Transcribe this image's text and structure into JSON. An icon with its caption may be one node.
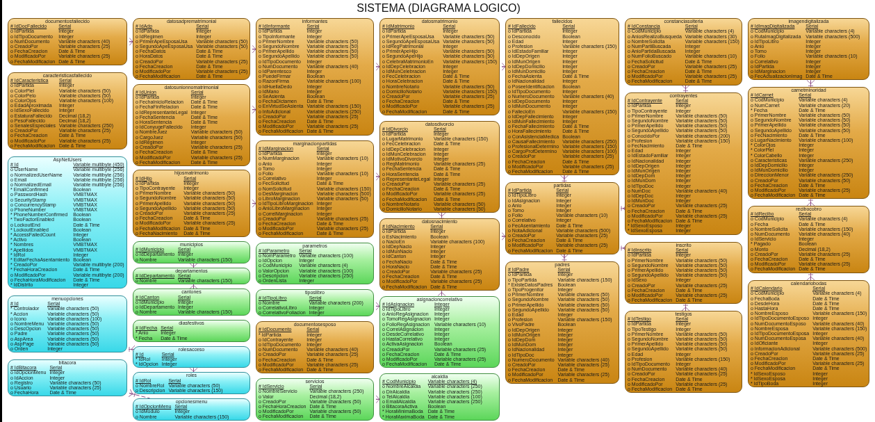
{
  "diagram": {
    "title": "SISTEMA (DIAGRAMA LOGICO)",
    "nodes": [
      {
        "text": [
          "documentosfallecido",
          "# IdDocFallecido",
          "Serial",
          "o IdPartida",
          "Integer",
          "o IdTipoDocumento",
          "Integer",
          "o NumDocumento",
          "Variable characters (40)",
          "o CreadoPor",
          "Variable characters (25)",
          "o FechaCreacion",
          "Date & Time",
          "o ModificadoPor",
          "Variable characters (25)",
          "o FechaModificacion",
          "Date & Time"
        ]
      },
      {
        "text": [
          "caracteristicasfallecido",
          "# IdCaracteristica",
          "Serial",
          "o IdPartida",
          "Integer",
          "o ColorPiel",
          "Variable characters (50)",
          "o ColorPelo",
          "Variable characters (50)",
          "o ColorOjos",
          "Variable characters (100)",
          "o EdadAproximada",
          "Integer",
          "o IdSexoFallecido",
          "Integer",
          "o EstaturaFallecido",
          "Decimal (18,2)",
          "o PesoFallecido",
          "Decimal (18,2)",
          "o SenalesEspeciales",
          "Variable characters (250)",
          "o CreadoPor",
          "Variable characters (25)",
          "o FechaCreacion",
          "Date & Time",
          "o ModificadoPor",
          "Variable characters (25)",
          "o FechaModificacion",
          "Date & Time"
        ]
      },
      {
        "text": [
          "AspNetUsers",
          "# Id",
          "Variable multibyte (450)",
          "o UserName",
          "Variable multibyte (256)",
          "o NormalizedUserName",
          "Variable multibyte (256)",
          "o Email",
          "Variable multibyte (256)",
          "o NormalizedEmail",
          "Variable multibyte (256)",
          "* EmailConfirmed",
          "Boolean",
          "o PasswordHash",
          "VMBTMAX",
          "o SecurityStamp",
          "VMBTMAX",
          "o ConcurrencyStamp",
          "VMBTMAX",
          "o PhoneNumber",
          "VMBTMAX",
          "* PhoneNumberConfirmed",
          "Boolean",
          "* TwoFactorEnabled",
          "Boolean",
          "o LockoutEnd",
          "Date & Time",
          "* LockoutEnabled",
          "Boolean",
          "* AccessFailedCount",
          "Integer",
          "* Activo",
          "Boolean",
          "* Nombres",
          "VMBTMAX",
          "* Apellidos",
          "VMBTMAX",
          "* IdRol",
          "Integer",
          "* EditarFechaAsentamiento",
          "Boolean",
          "* CreadoPor",
          "Variable multibyte (200)",
          "* FechaHoraCreacion",
          "Date & Time",
          "o ModificadoPor",
          "Variable multibyte (200)",
          "o FechaHoraModificacion",
          "Date & Time",
          "* IdDistrito",
          "Integer"
        ]
      },
      {
        "text": [
          "datosadprematrimonial",
          "# IdAdp",
          "Serial",
          "o IdPartida",
          "Integer",
          "o IdRegimen",
          "Integer",
          "o PrimerApeEsposaUsa",
          "Variable characters (50)",
          "o SegundoApeEsposaUsa",
          "Variable characters (50)",
          "o FechaDatos",
          "Date & Time",
          "o HoraDatos",
          "Date & Time",
          "o CreadoPor",
          "Variable characters (25)",
          "o FechaCreacion",
          "Date & Time",
          "o ModificadoPor",
          "Variable characters (25)",
          "o FechaModificacion",
          "Date & Time"
        ]
      },
      {
        "text": [
          "datosunionnomatrimonial",
          "# IdUnion",
          "Serial",
          "o IdPartida",
          "Integer",
          "o FechaInicioRelacion",
          "Date & Time",
          "o FechaFinRelacion",
          "Date & Time",
          "o IdRepresentanteLegal",
          "Integer",
          "o FechaSentencia",
          "Date & Time",
          "o HoraSentencia",
          "Date & Time",
          "o IdConyugeFallecido",
          "Integer",
          "o NombreJuez",
          "Variable characters (50)",
          "o CargoJuez",
          "Variable characters (50)",
          "o IdRegimen",
          "Integer",
          "o CreadoPor",
          "Variable characters (25)",
          "o FechaCreacion",
          "Date & Time",
          "o ModificadoPor",
          "Variable characters (25)",
          "o FechaModificacion",
          "Date & Time"
        ]
      },
      {
        "text": [
          "informantes",
          "# IdInformante",
          "Serial",
          "o IdPartida",
          "Integer",
          "o TipoInformante",
          "Integer",
          "o PrimerNombre",
          "Variable characters (50)",
          "o SegundoNombre",
          "Variable characters (50)",
          "o PrimerApellido",
          "Variable characters (50)",
          "o SegundoApellido",
          "Variable characters (50)",
          "o IdTipoDocumento",
          "Integer",
          "o NumDocumento",
          "Variable characters (40)",
          "o IdParentesco",
          "Integer",
          "o PuedeFirmar",
          "Boolean",
          "o RazonFirma",
          "Variable characters (100)",
          "o IdHuellaDedo",
          "Integer",
          "o IdMano",
          "Integer",
          "o SeAsienta",
          "Boolean",
          "o FechaDictamen",
          "Date & Time",
          "o EnVirtudSeAsienta",
          "Variable characters (150)",
          "o InfoAdicional",
          "Variable characters (250)",
          "o CreadoPor",
          "Variable characters (25)",
          "o FechaCreacion",
          "Date & Time",
          "o ModificadoPor",
          "Variable characters (25)",
          "o FechaModificacion",
          "Date & Time"
        ]
      },
      {
        "text": [
          "datosmatrimonio",
          "# IdMatrimonio",
          "Serial",
          "o IdPartida",
          "Integer",
          "o PrimerApeEsposaUsa",
          "Variable characters (50)",
          "o SegundoApeEsposaUsa",
          "Variable characters (50)",
          "o IdRegPatrimonial",
          "Integer",
          "o PrimerApeHijo",
          "Variable characters (50)",
          "o SegundoApeHijo",
          "Variable characters (50)",
          "o CelebraMatrimonioEn",
          "Variable characters (150)",
          "o IdDepCelebracion",
          "Integer",
          "o IdMunCelebracion",
          "Integer",
          "o FecCelebracion",
          "Date & Time",
          "o HoraCelebracion",
          "Date & Time",
          "o NombreNotario",
          "Variable characters (50)",
          "o DomicilioNotario",
          "Variable characters (150)",
          "o CreadoPor",
          "Variable characters (25)",
          "o FechaCreacion",
          "Date & Time",
          "o ModificadoPor",
          "Variable characters (25)",
          "o FechaModificacion",
          "Date & Time"
        ]
      },
      {
        "text": [
          "documentosesposo",
          "# IdDocumento",
          "Serial",
          "* IdPartida",
          "Integer",
          "o IdContrayente",
          "Integer",
          "o IdTipoDocumento",
          "Integer",
          "o NumDocumento",
          "Variable characters (40)",
          "o CreadoPor",
          "Variable characters (25)",
          "o FechaCreacion",
          "Date & Time",
          "o ModificadoPor",
          "Variable characters (25)",
          "o FechaModificacion",
          "Date & Time"
        ]
      },
      {
        "text": [
          "fallecidos",
          "# IdFallecido",
          "Serial",
          "o IdPartida",
          "Integer",
          "o Desconocido",
          "Boolean",
          "o Edad",
          "Integer",
          "o Profesion",
          "Variable characters (150)",
          "o IdEstadoFamiliar",
          "Integer",
          "o IdDepOrigen",
          "Integer",
          "o IdMunOrigen",
          "Integer",
          "o IdDepDomicilio",
          "Integer",
          "o IdMunDomicilio",
          "Integer",
          "o FechaAsienta",
          "Date & Time",
          "o IdNacionalidad",
          "Integer",
          "o PoseeIdentificacion",
          "Boolean",
          "o IdTipoDocumento",
          "Integer",
          "o NumeroDocumento",
          "Variable characters (40)",
          "o IdDepDocumento",
          "Integer",
          "o IdMunDocumento",
          "Integer",
          "o FallecioEn",
          "Variable characters (150)",
          "o IdDepFallecimiento",
          "Integer",
          "o IdMunFallecimiento",
          "Integer",
          "o FechaFallecimiento",
          "Date & Time",
          "o HoraFallecimiento",
          "Date & Time",
          "o ConAsistenciaMedica",
          "Boolean",
          "o CausaFallecimiento",
          "Variable characters (250)",
          "o ProfesionalDetermino",
          "Variable characters (150)",
          "o CargoProfDetermino",
          "Variable characters (100)",
          "o CreadoPor",
          "Variable characters (25)",
          "o FechaCreacion",
          "Date & Time",
          "o ModificadoPor",
          "Variable characters (25)",
          "o FechaModificacion",
          "Date & Time"
        ]
      },
      {
        "text": [
          "constanciasolteria",
          "# IdConstancia",
          "Serial",
          "o CodMunicipio",
          "Variable characters (4)",
          "o AniosRealizoBusqueda",
          "Variable characters (30)",
          "o NombreSolicita",
          "Variable characters (150)",
          "o NumPartiBuscada",
          "Integer",
          "o AnioPartidaBuscada",
          "Integer",
          "o NumFolioBuscado",
          "Variable characters (10)",
          "o FechaSolicitud",
          "Date & Time",
          "o CreadoPor",
          "Variable characters (25)",
          "o FechaCreacion",
          "Date & Time",
          "o ModificadoPor",
          "Variable characters (25)",
          "o FechaModificacion",
          "Date & Time"
        ]
      },
      {
        "text": [
          "imagendigitalizada",
          "# IdImagDigitalizada",
          "Serial",
          "o CodMunicipio",
          "Variable characters (4)",
          "o RutaImagDigitalizada",
          "Variable characters (500)",
          "o IdTipoLibro",
          "Integer",
          "o Anio",
          "Integer",
          "o Tomo",
          "Integer",
          "o Folio",
          "Variable characters (10)",
          "o Correlativo",
          "Integer",
          "o IdPartida",
          "Integer",
          "o IdMarginacion",
          "Integer",
          "o FecActualizacionImag",
          "Date & Time"
        ]
      },
      {
        "text": [
          "contrayentes",
          "# IdContrayente",
          "Serial",
          "o IdPartida",
          "Integer",
          "o TipoContrayente",
          "Integer",
          "o PrimerNombre",
          "Variable characters (50)",
          "o SegundoNombre",
          "Variable characters (50)",
          "o PrimerApellido",
          "Variable characters (50)",
          "o SegundoApellido",
          "Variable characters (50)",
          "o ConocidoPor",
          "Variable characters (200)",
          "o Profesion",
          "Variable characters (150)",
          "o FecNacimiento",
          "Date & Time",
          "o Edad",
          "Integer",
          "o IdEstadoFamiliar",
          "Integer",
          "o IdNacionalidad",
          "Integer",
          "o IdDepOrigen",
          "Integer",
          "o IdMunOrigen",
          "Integer",
          "o IdDepDom",
          "Integer",
          "o IdMunDom",
          "Integer",
          "o IdTipoDoc",
          "Integer",
          "o NumDoc",
          "Variable characters (40)",
          "o IdDepDoc",
          "Integer",
          "o IdMunDoc",
          "Integer",
          "o CreadoPor",
          "Variable characters (25)",
          "o FechaCreacion",
          "Date & Time",
          "o ModificadoPor",
          "Variable characters (25)",
          "o FechaModificacion",
          "Date & Time",
          "* IdSexoEsposo",
          "Integer",
          "* IdSexoEsposa",
          "Integer"
        ]
      },
      {
        "text": [
          "carnetminoridad",
          "# IdCarnet",
          "Serial",
          "o CodMunicipio",
          "Variable characters (4)",
          "o NumCarnet",
          "Variable characters (20)",
          "* Fecha",
          "Date & Time",
          "o PrimerNombre",
          "Variable characters (50)",
          "o SegundoNombre",
          "Variable characters (50)",
          "o PrimerApellido",
          "Variable characters (50)",
          "o SegundoApellido",
          "Variable characters (50)",
          "o FecNacimiento",
          "Date & Time",
          "o LugarNacimiento",
          "Variable characters (100)",
          "* ColorOjos",
          "Integer",
          "* ColorPiel",
          "Integer",
          "* ColorCabello",
          "Integer",
          "o Caracteristicas",
          "Variable characters (250)",
          "o IdDepDomicilio",
          "Integer",
          "o IdMunDomicilio",
          "Integer",
          "o DireccionMenor",
          "Variable characters (250)",
          "o CreadoPor",
          "Variable characters (50)",
          "o FechaCreacion",
          "Date & Time",
          "o ModificadoPor",
          "Variable characters (25)",
          "o FechaModificacion",
          "Date & Time"
        ]
      },
      {
        "text": [
          "hijosmatrimonio",
          "# IdHijo",
          "Serial",
          "o IdPartida",
          "Integer",
          "o TipoContrayente",
          "Integer",
          "o PrimerNombre",
          "Variable characters (50)",
          "o SegundoNombre",
          "Variable characters (50)",
          "o PrimerApellido",
          "Variable characters (50)",
          "o SegundoApellido",
          "Variable characters (50)",
          "o CreadoPor",
          "Variable characters (25)",
          "o FechaCreacion",
          "Date & Time",
          "o ModificadoPor",
          "Variable characters (25)",
          "o FechaModificacion",
          "Date & Time",
          "o FechaNacimiento",
          "Date & Time"
        ]
      },
      {
        "text": [
          "marginacionpartidas",
          "# IdMarginacion",
          "Serial",
          "o IdPartida",
          "Integer",
          "o NumMarginacion",
          "Variable characters (10)",
          "o Anio",
          "Integer",
          "o Tomo",
          "Integer",
          "o Folio",
          "Variable characters (10)",
          "o Correlativo",
          "Integer",
          "o FecSolicitud",
          "Date & Time",
          "o NomSolicitud",
          "Variable characters (150)",
          "o DesMarginacion",
          "Variable characters (500)",
          "o LibroMarginacion",
          "Variable characters (50)",
          "o IdTipoLibroMarginacion",
          "Integer",
          "o AnioLibroMarginacion",
          "Integer",
          "o CorrelMarginacion",
          "Integer",
          "o CreadoPor",
          "Variable characters (25)",
          "o FechaCreacion",
          "Date & Time",
          "o ModificadoPor",
          "Variable characters (25)",
          "o FechaModificacion",
          "Date & Time"
        ]
      },
      {
        "text": [
          "datosdivorcio",
          "# IdDivorcio",
          "Serial",
          "o IdPartida",
          "Integer",
          "o LugarMatrimonio",
          "Variable characters (150)",
          "o FecCelebracion",
          "Date & Time",
          "o IdDepCelebracion",
          "Integer",
          "o IdMunCelebracion",
          "Integer",
          "o IdMotivoDivorcio",
          "Integer",
          "o RegMatrimonio",
          "Variable characters (25)",
          "o FechaSentencia",
          "Date & Time",
          "o HoraSentencia",
          "Date & Time",
          "o RepresentanteLegal",
          "Integer",
          "o CreadoPor",
          "Variable characters (25)",
          "o FechaCreacion",
          "Date & Time",
          "o ModificadoPor",
          "Variable characters (25)",
          "o FechaModificacion",
          "Date & Time",
          "o NombreNotario",
          "Variable characters (50)",
          "o DomicilioNotario",
          "Variable characters (50)"
        ]
      },
      {
        "text": [
          "datosnacimiento",
          "# IdNacimiento",
          "Serial",
          "o IdPartida",
          "Integer",
          "o EsNacimiento",
          "Boolean",
          "o NacioEn",
          "Variable characters (100)",
          "o IdDepNacio",
          "Integer",
          "o IdMunNacio",
          "Integer",
          "o IdCanton",
          "Integer",
          "o FechaNacio",
          "Date & Time",
          "o HoraNacio",
          "Date & Time",
          "o CreadoPor",
          "Variable characters (25)",
          "o FechaCreacion",
          "Date & Time",
          "o ModificadoPor",
          "Variable characters (25)",
          "o FechaModificacion",
          "Date & Time"
        ]
      },
      {
        "text": [
          "partidas",
          "# IdPartida",
          "Serial",
          "o IdTipoLibro",
          "Integer",
          "o IdAsignacion",
          "Integer",
          "o Anio",
          "Integer",
          "o Tomo",
          "Integer",
          "o Folio",
          "Variable characters (10)",
          "o Correlativo",
          "Integer",
          "o FecAsentamiento",
          "Date & Time",
          "o NotaAdicional",
          "Variable characters (500)",
          "o CreadoPor",
          "Variable characters (25)",
          "o FechaCreacion",
          "Date & Time",
          "o ModificadoPor",
          "Variable characters (25)",
          "o FechaModificacion",
          "Date & Time"
        ]
      },
      {
        "text": [
          "municipios",
          "# IdMunicipio",
          "Serial",
          "o IdDepartamento",
          "Integer",
          "o Nombre",
          "Variable characters (150)"
        ]
      },
      {
        "text": [
          "diasfestivos",
          "# IdFecha",
          "Serial",
          "* Anio",
          "Integer",
          "* Fecha",
          "Date & Time"
        ]
      },
      {
        "text": [
          "parametros",
          "# IdParametro",
          "Serial",
          "o NomParametro",
          "Variable characters (100)",
          "o IdOpcion",
          "Integer",
          "o CodMunicipio",
          "Variable characters (4)",
          "o ValorOpcion",
          "Variable characters (100)",
          "o Descripcion",
          "Variable characters (250)",
          "o OrdenLista",
          "Integer"
        ]
      },
      {
        "text": [
          "menuopciones",
          "# Id",
          "Serial",
          "* Controlador",
          "Variable characters (50)",
          "* Accion",
          "Variable characters (50)",
          "o Icono",
          "Variable characters (100)",
          "o NombreMenu",
          "Variable characters (50)",
          "o DescOpcion",
          "Variable characters (50)",
          "o Padre",
          "Variable characters (50)",
          "o AspArea",
          "Variable characters (50)",
          "o AspPage",
          "Variable characters (50)",
          "o Orden",
          "Integer"
        ]
      },
      {
        "text": [
          "rolesacceso",
          "# Id",
          "Serial",
          "* IdRol",
          "Integer",
          "* IdOpcion",
          "Integer"
        ]
      },
      {
        "text": [
          "roles",
          "# IdRol",
          "Serial",
          "o NombreRol",
          "Variable characters (50)",
          "o Descripcion",
          "Variable characters (150)"
        ]
      },
      {
        "text": [
          "bitacora",
          "# IdBitacora",
          "Serial",
          "o IdOpcionMenu",
          "Integer",
          "o IdAccion",
          "Integer",
          "o Registro",
          "Variable characters (50)",
          "o Usuario",
          "Variable characters (25)",
          "o FechaHora",
          "Date & Time"
        ]
      },
      {
        "text": [
          "opcionesmenu",
          "# IdOpcionMenu",
          "Serial",
          "o IdModulo",
          "Integer",
          "o Nombre",
          "Variable characters (150)"
        ]
      },
      {
        "text": [
          "departamentos",
          "# IdDepartamento",
          "Serial",
          "o Nombre",
          "Variable characters (150)"
        ]
      },
      {
        "text": [
          "cantones",
          "# IdCanton",
          "Serial",
          "o IdMunicipio",
          "Integer",
          "o IdDepartamento",
          "Integer",
          "o Nombre",
          "Variable characters (150)"
        ]
      },
      {
        "text": [
          "tiposlibro",
          "# IdTipoLibro",
          "Serial",
          "o Nombre",
          "Variable characters (200)",
          "o CorrelativoLibro",
          "Integer",
          "o CorrelativoFoliacion",
          "Integer"
        ]
      },
      {
        "text": [
          "servicios",
          "# IdServicio",
          "Serial",
          "o NombreServicio",
          "Variable characters (250)",
          "o Valor",
          "Decimal (18,2)",
          "o CreadoPor",
          "Variable characters (50)",
          "o FechaHoraCreacion",
          "Date & Time",
          "o ModificadoPor",
          "Variable characters (50)",
          "o FechaModificacion",
          "Date & Time"
        ]
      },
      {
        "text": [
          "asignacioncorrelativo",
          "# IdAsignacion",
          "Integer",
          "o IdTipoLibro",
          "Integer",
          "o AnioRegAsignacion",
          "Integer",
          "o TomoRegAsignacion",
          "Integer",
          "o FolioRegAsignacion",
          "Variable characters (10)",
          "o CorrelAsignacion",
          "Integer",
          "o DesdeCorrelativo",
          "Integer",
          "o HastaCorrelativo",
          "Integer",
          "o ActivaAsignacion",
          "Boolean",
          "o CreadoPor",
          "Variable characters (25)",
          "o FechaCreacion",
          "Date & Time",
          "o ModificadoPor",
          "Variable characters (25)",
          "o FechaModificacion",
          "Date & Time"
        ]
      },
      {
        "text": [
          "alcaldia",
          "# CodMunicipio",
          "Variable characters (4)",
          "o NombreAlcaldia",
          "Variable characters (250)",
          "o DirAlcaldia",
          "Variable characters (250)",
          "o TelAlcaldia",
          "Variable characters (100)",
          "o EmailAlcaldia",
          "Variable characters (250)",
          "o BitacoraActiva",
          "Boolean",
          "* HoraMinimaBoda",
          "Date & Time",
          "* HoraMaximaBoda",
          "Date & Time"
        ]
      },
      {
        "text": [
          "padres",
          "# IdPadre",
          "Serial",
          "o IdPartida",
          "Integer",
          "o TipoPartida",
          "Variable characters (150)",
          "* ExisteDatosPadres",
          "Boolean",
          "o TipoProgenitor",
          "Integer",
          "o PrimerNombre",
          "Variable characters (50)",
          "o SegundoNombre",
          "Variable characters (50)",
          "o PrimerApellido",
          "Variable characters (50)",
          "o SegundoApellido",
          "Variable characters (50)",
          "o Edad",
          "Integer",
          "o Profesion",
          "Variable characters (150)",
          "o VivoPadre",
          "Boolean",
          "o IdDepOrigen",
          "Integer",
          "o IdMunOrigen",
          "Integer",
          "o IdDepDom",
          "Integer",
          "o IdMunDom",
          "Integer",
          "o IdNacionalidad",
          "Integer",
          "o IdTipoDoc",
          "Integer",
          "o NumeroDocumento",
          "Variable characters (40)",
          "o CreadoPor",
          "Variable characters (25)",
          "o FechaCreacion",
          "Date & Time",
          "o ModificadoPor",
          "Variable characters (25)",
          "o FechaModificacion",
          "Date & Time"
        ]
      },
      {
        "text": [
          "inscrito",
          "# IdInscrito",
          "Serial",
          "o IdPartida",
          "Integer",
          "o PrimerNombre",
          "Variable characters (50)",
          "o SegundoNombre",
          "Variable characters (50)",
          "o PrimerApellido",
          "Variable characters (50)",
          "o SegundoApellido",
          "Variable characters (50)",
          "o IdSexo",
          "Integer",
          "o CreadoPor",
          "Variable characters (25)",
          "o FechaCreacion",
          "Date & Time",
          "o ModificadoPor",
          "Variable characters (25)",
          "o FechaModificacion",
          "Date & Time"
        ]
      },
      {
        "text": [
          "testigos",
          "# IdTestigo",
          "Serial",
          "o IdPartida",
          "Integer",
          "o TipoTestigo",
          "Integer",
          "o PrimerNombre",
          "Variable characters (50)",
          "o SegundoNombre",
          "Variable characters (50)",
          "o PrimerApellido",
          "Variable characters (50)",
          "o SegundoApellido",
          "Variable characters (50)",
          "o Edad",
          "Integer",
          "o Profesion",
          "Variable characters (150)",
          "o IdTipoDocumento",
          "Integer",
          "o NumDocumento",
          "Variable characters (40)",
          "o CreadoPor",
          "Variable characters (25)",
          "o FechaCreacion",
          "Date & Time",
          "o ModificadoPor",
          "Variable characters (25)",
          "o FechaModificacion",
          "Date & Time"
        ]
      },
      {
        "text": [
          "recibocobro",
          "# IdRecibo",
          "Serial",
          "o CodMunicipio",
          "Variable characters (4)",
          "o Fecha",
          "Date & Time",
          "o NombreSolicita",
          "Variable characters (150)",
          "o NumDocumento",
          "Variable characters (40)",
          "o IdServicio",
          "Integer",
          "* Pagado",
          "Boolean",
          "o Monto",
          "Decimal (18,2)",
          "o CreadoPor",
          "Variable characters (25)",
          "o FechaCreacion",
          "Date & Time",
          "o ModificadoPor",
          "Variable characters (25)",
          "o FechaModificacion",
          "Date & Time"
        ]
      },
      {
        "text": [
          "calendariobodas",
          "# IdCalendario",
          "Serial",
          "o CodMunicipio",
          "Variable characters (4)",
          "o FechaBoda",
          "Date & Time",
          "o DesdeHora",
          "Date & Time",
          "o HastaHora",
          "Date & Time",
          "o NombreEsposo",
          "Variable characters (150)",
          "o IdTipoDocumentoEsposo",
          "Integer",
          "o NumDocumentoEsposo",
          "Variable characters (40)",
          "o NombreEsposa",
          "Variable characters (150)",
          "o IdTipoDocumentoEsposa",
          "Integer",
          "o NumDocumentoEsposa",
          "Variable characters (40)",
          "o IdOficiante",
          "Integer",
          "o InformacionAdicional",
          "Variable characters (500)",
          "o CreadoPor",
          "Variable characters (25)",
          "o FechaCreacion",
          "Date & Time",
          "o ModificadoPor",
          "Variable characters (25)",
          "o FechaModificacion",
          "Date & Time",
          "* IdSexoEsposo",
          "Integer",
          "* IdSexoEsposa",
          "Integer",
          "* IdTipoBoda",
          "Integer"
        ]
      }
    ],
    "edges": [
      {
        "from": 0,
        "to": 3,
        "arrow": "other"
      },
      {
        "from": 3,
        "to": 5,
        "arrow": "other"
      },
      {
        "from": 4,
        "to": 5,
        "arrow": "other"
      },
      {
        "from": 5,
        "to": 6,
        "arrow": "other"
      },
      {
        "from": 6,
        "to": 8,
        "arrow": "other"
      },
      {
        "from": 8,
        "to": 17,
        "arrow": "other"
      },
      {
        "from": 9,
        "to": 11,
        "arrow": "other"
      },
      {
        "from": 10,
        "to": 12,
        "arrow": "other"
      },
      {
        "from": 11,
        "to": 17,
        "arrow": "other"
      },
      {
        "from": 13,
        "to": 14,
        "arrow": "other"
      },
      {
        "from": 14,
        "to": 15,
        "arrow": "other"
      },
      {
        "from": 15,
        "to": 16,
        "arrow": "other"
      },
      {
        "from": 16,
        "to": 17,
        "arrow": "other"
      },
      {
        "from": 17,
        "to": 32,
        "arrow": "other"
      },
      {
        "from": 33,
        "to": 17,
        "arrow": "other"
      },
      {
        "from": 34,
        "to": 33,
        "arrow": "other"
      },
      {
        "from": 35,
        "to": 12,
        "arrow": "other"
      },
      {
        "from": 36,
        "to": 35,
        "arrow": "other"
      },
      {
        "from": 30,
        "to": 16,
        "arrow": "other"
      },
      {
        "from": 28,
        "to": 30,
        "arrow": "other"
      },
      {
        "from": 18,
        "to": 26,
        "arrow": "other"
      },
      {
        "from": 27,
        "to": 26,
        "arrow": "other"
      },
      {
        "from": 22,
        "to": 21,
        "arrow": "other"
      },
      {
        "from": 22,
        "to": 23,
        "arrow": "other"
      },
      {
        "from": 24,
        "to": 25,
        "arrow": "other"
      },
      {
        "from": 29,
        "to": 31,
        "arrow": "other"
      }
    ]
  }
}
